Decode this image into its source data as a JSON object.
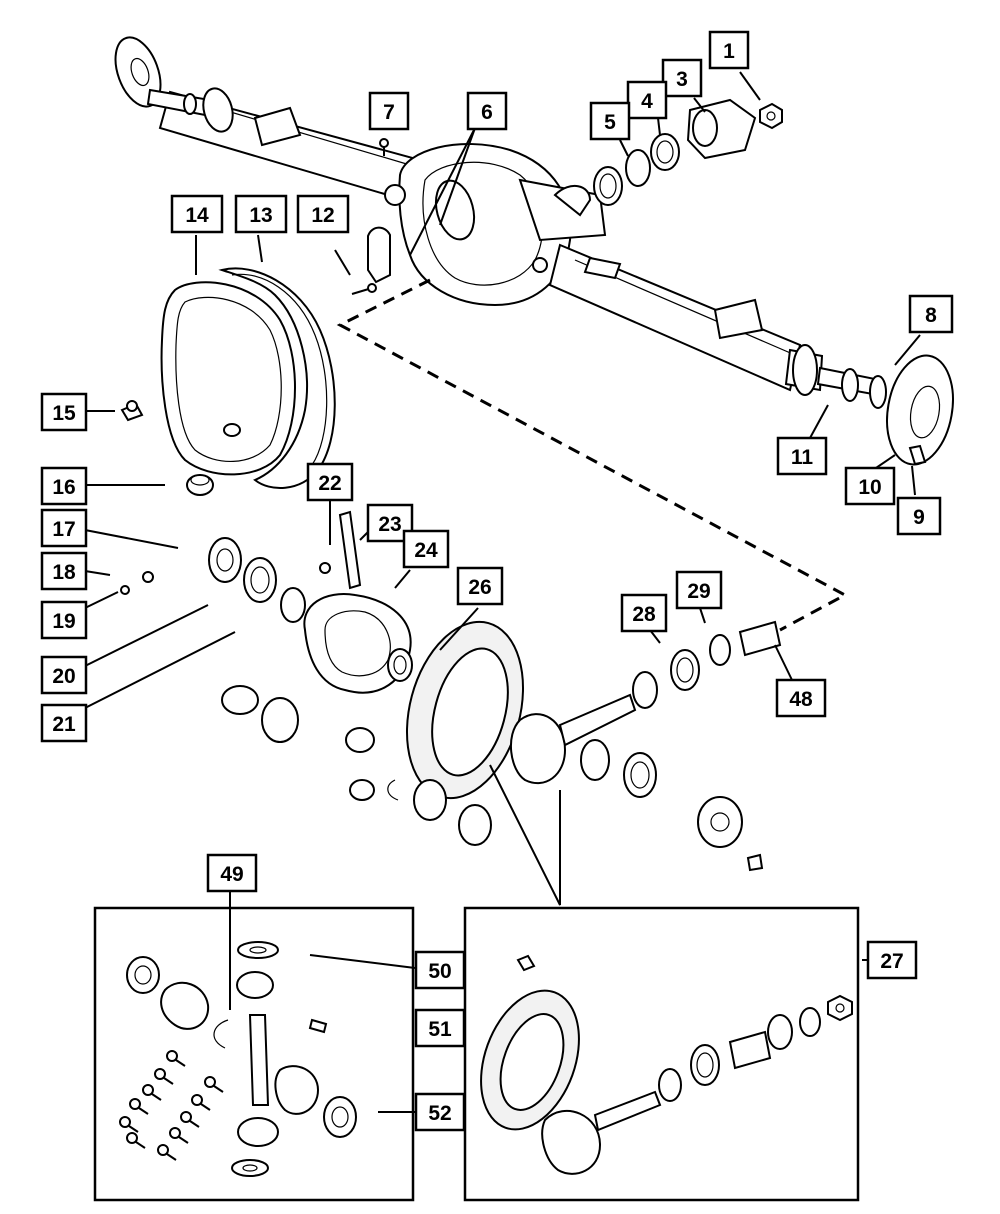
{
  "callouts": [
    {
      "id": "c1",
      "label": "1"
    },
    {
      "id": "c3",
      "label": "3"
    },
    {
      "id": "c4",
      "label": "4"
    },
    {
      "id": "c5",
      "label": "5"
    },
    {
      "id": "c6",
      "label": "6"
    },
    {
      "id": "c7",
      "label": "7"
    },
    {
      "id": "c8",
      "label": "8"
    },
    {
      "id": "c9",
      "label": "9"
    },
    {
      "id": "c10",
      "label": "10"
    },
    {
      "id": "c11",
      "label": "11"
    },
    {
      "id": "c12",
      "label": "12"
    },
    {
      "id": "c13",
      "label": "13"
    },
    {
      "id": "c14",
      "label": "14"
    },
    {
      "id": "c15",
      "label": "15"
    },
    {
      "id": "c16",
      "label": "16"
    },
    {
      "id": "c17",
      "label": "17"
    },
    {
      "id": "c18",
      "label": "18"
    },
    {
      "id": "c19",
      "label": "19"
    },
    {
      "id": "c20",
      "label": "20"
    },
    {
      "id": "c21",
      "label": "21"
    },
    {
      "id": "c22",
      "label": "22"
    },
    {
      "id": "c23",
      "label": "23"
    },
    {
      "id": "c24",
      "label": "24"
    },
    {
      "id": "c26",
      "label": "26"
    },
    {
      "id": "c27",
      "label": "27"
    },
    {
      "id": "c28",
      "label": "28"
    },
    {
      "id": "c29",
      "label": "29"
    },
    {
      "id": "c48",
      "label": "48"
    },
    {
      "id": "c49",
      "label": "49"
    },
    {
      "id": "c50",
      "label": "50"
    },
    {
      "id": "c51",
      "label": "51"
    },
    {
      "id": "c52",
      "label": "52"
    }
  ]
}
